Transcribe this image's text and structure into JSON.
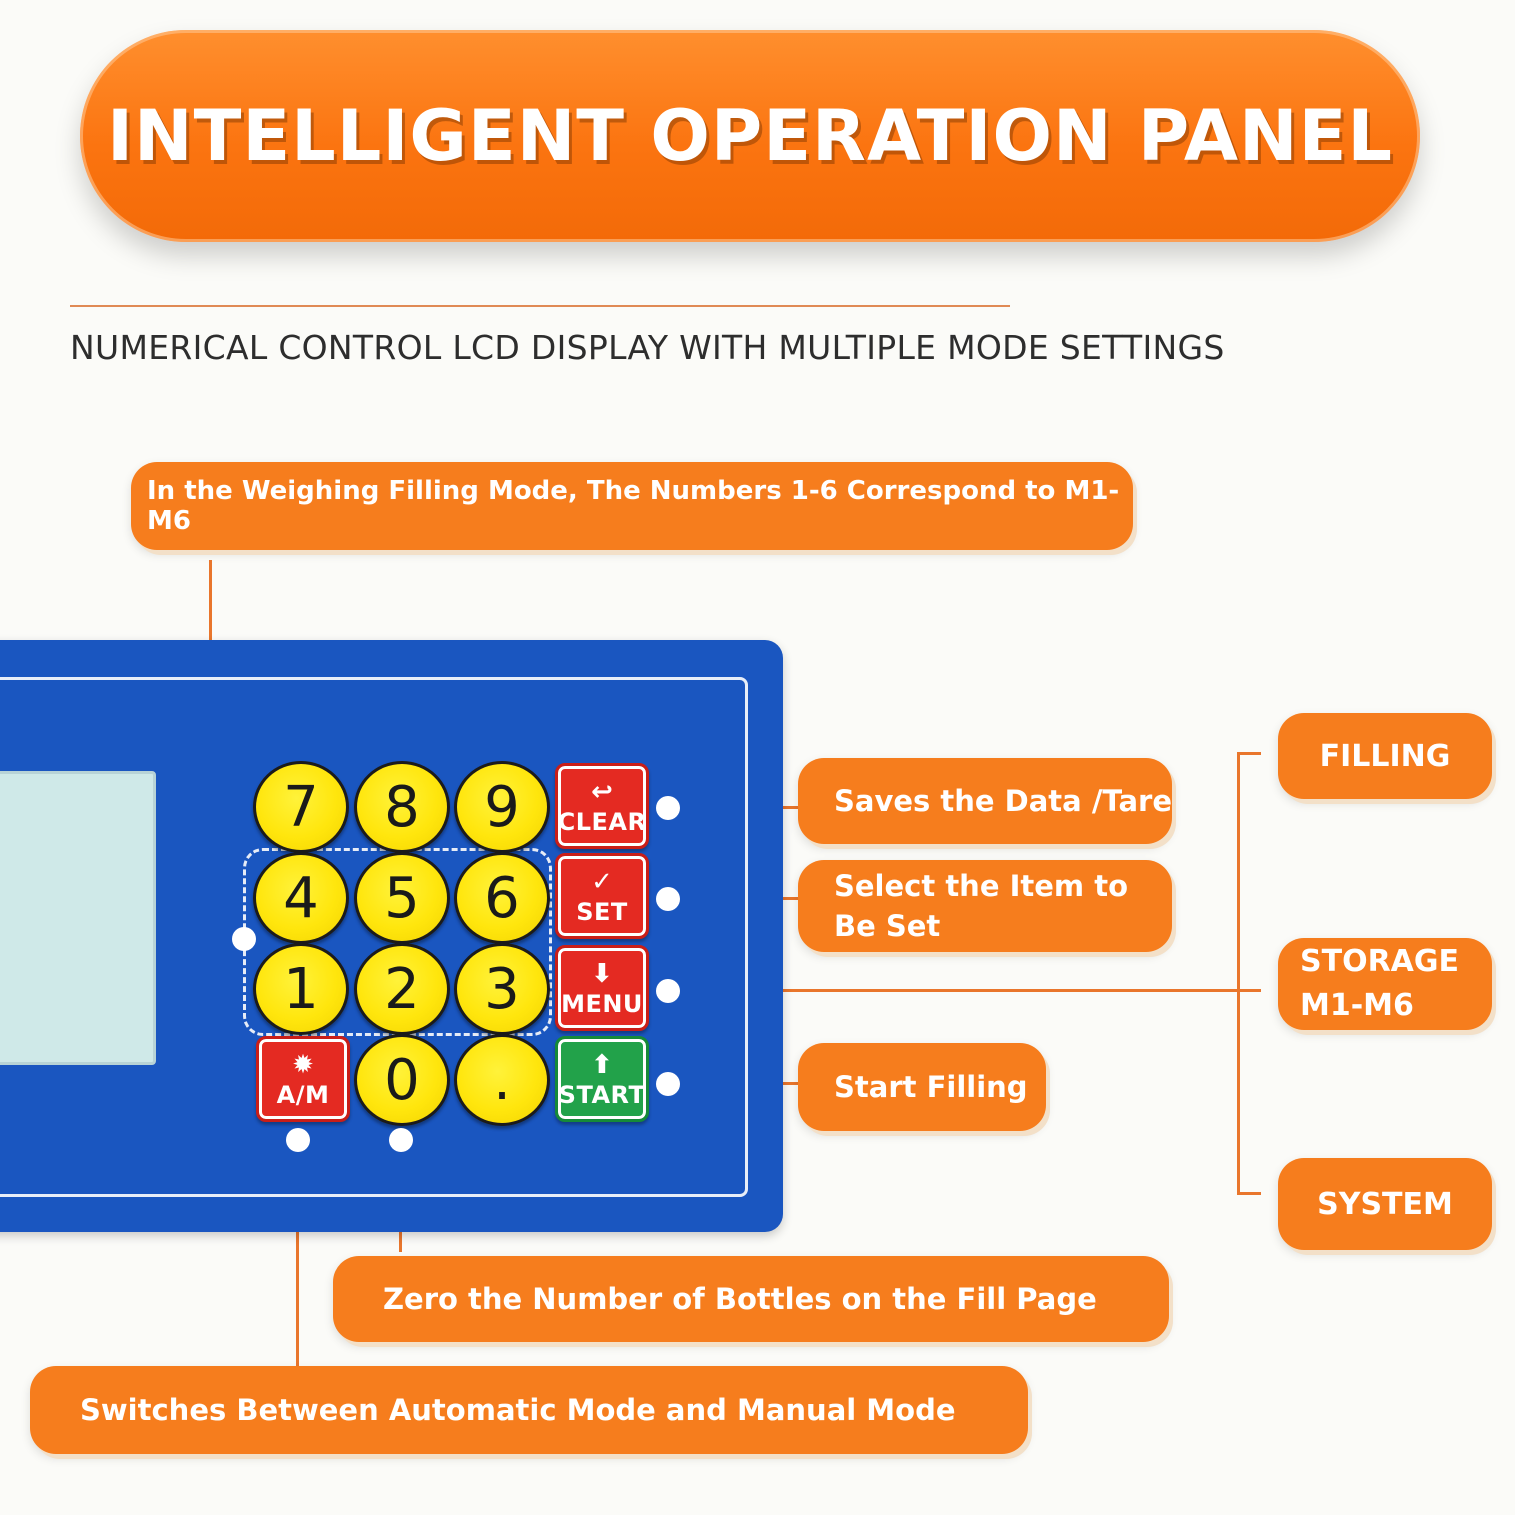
{
  "header": {
    "title": "INTELLIGENT OPERATION PANEL",
    "subtitle": "NUMERICAL CONTROL LCD DISPLAY WITH MULTIPLE MODE SETTINGS"
  },
  "keypad": {
    "digits": [
      "7",
      "8",
      "9",
      "4",
      "5",
      "6",
      "1",
      "2",
      "3",
      "0",
      "."
    ],
    "function_keys": {
      "clear": {
        "icon": "↩",
        "label": "CLEAR"
      },
      "set": {
        "icon": "✓",
        "label": "SET"
      },
      "menu": {
        "icon": "⬇",
        "label": "MENU"
      },
      "start": {
        "icon": "⬆",
        "label": "START"
      },
      "am": {
        "icon": "✹",
        "label": "A/M"
      }
    }
  },
  "callouts": {
    "numbers": "In the Weighing Filling Mode, The Numbers 1-6 Correspond to M1-M6",
    "clear": "Saves the Data /Tare",
    "set": "Select the Item to Be Set",
    "start": "Start Filling",
    "zero": "Zero the Number of Bottles on the Fill Page",
    "am": "Switches Between Automatic Mode and Manual Mode"
  },
  "menu_items": [
    "FILLING",
    "STORAGE M1-M6",
    "SYSTEM"
  ],
  "colors": {
    "accent_orange": "#f67d1d",
    "panel_blue": "#1a56c0",
    "key_yellow": "#ffe60d",
    "key_red": "#e42a22",
    "key_green": "#22a24a"
  }
}
